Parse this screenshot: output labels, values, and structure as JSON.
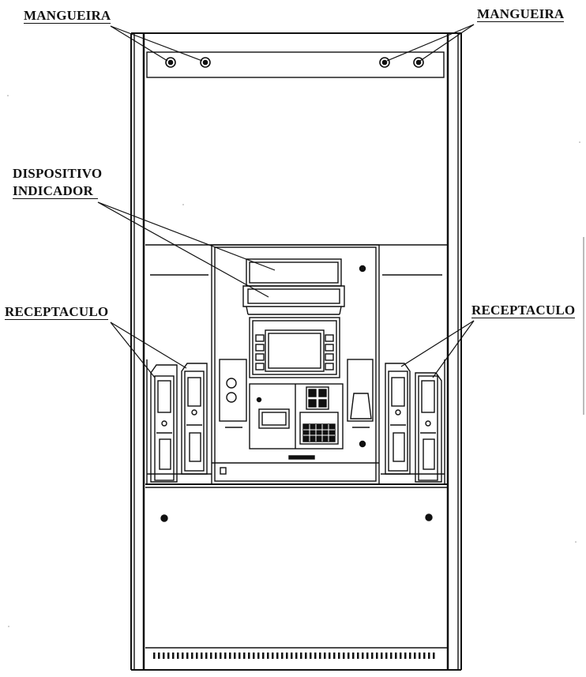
{
  "labels": {
    "hose_left": "MANGUEIRA",
    "hose_right": "MANGUEIRA",
    "indicator_line1": "DISPOSITIVO",
    "indicator_line2": "INDICADOR",
    "holster_left": "RECEPTACULO",
    "holster_right": "RECEPTACULO"
  },
  "colors": {
    "line": "#111111",
    "background": "#ffffff"
  }
}
